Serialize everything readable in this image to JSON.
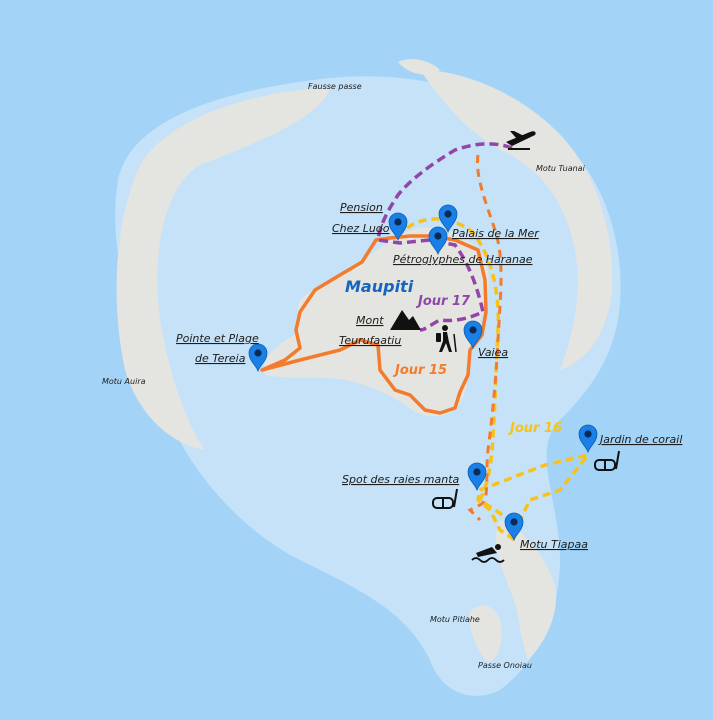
{
  "map": {
    "colors": {
      "ocean": "#a3d3f7",
      "lagoon": "#c5e2f8",
      "land": "#e4e4e0",
      "reef_edge": "#bcdcf5",
      "route_jour15": "#f47b2b",
      "route_jour16": "#f7c21a",
      "route_jour17": "#9146a8",
      "pin": "#1a7fe6",
      "title": "#1565c0"
    },
    "island_name": "Maupiti",
    "routes": [
      {
        "name": "Jour 15",
        "color": "#f47b2b"
      },
      {
        "name": "Jour 16",
        "color": "#f7c21a"
      },
      {
        "name": "Jour 17",
        "color": "#9146a8"
      }
    ],
    "places": {
      "pension": [
        "Pension",
        "Chez Ludo"
      ],
      "palais": "Palais de la Mer",
      "petroglyphes": "Pétroglyphes de Haranae",
      "mont": [
        "Mont",
        "Teurufaatiu"
      ],
      "pointe": [
        "Pointe et Plage",
        "de Tereia"
      ],
      "vaiea": "Vaiea",
      "jardin": "Jardin de corail",
      "raies": "Spot des raies manta",
      "tiapaa": "Motu Tiapaa"
    },
    "geo_labels": {
      "fausse_passe": "Fausse passe",
      "motu_tuanai": "Motu Tuanai",
      "motu_auira": "Motu Auira",
      "motu_pitiahe": "Motu Pitiahe",
      "passe_onoiau": "Passe Onoiau"
    },
    "icons": {
      "airport": "airplane-icon",
      "mountain": "mountain-icon",
      "hiker": "hiker-icon",
      "snorkel": "snorkel-mask-icon",
      "swimmer": "swimmer-icon",
      "pin": "map-pin-icon"
    }
  }
}
